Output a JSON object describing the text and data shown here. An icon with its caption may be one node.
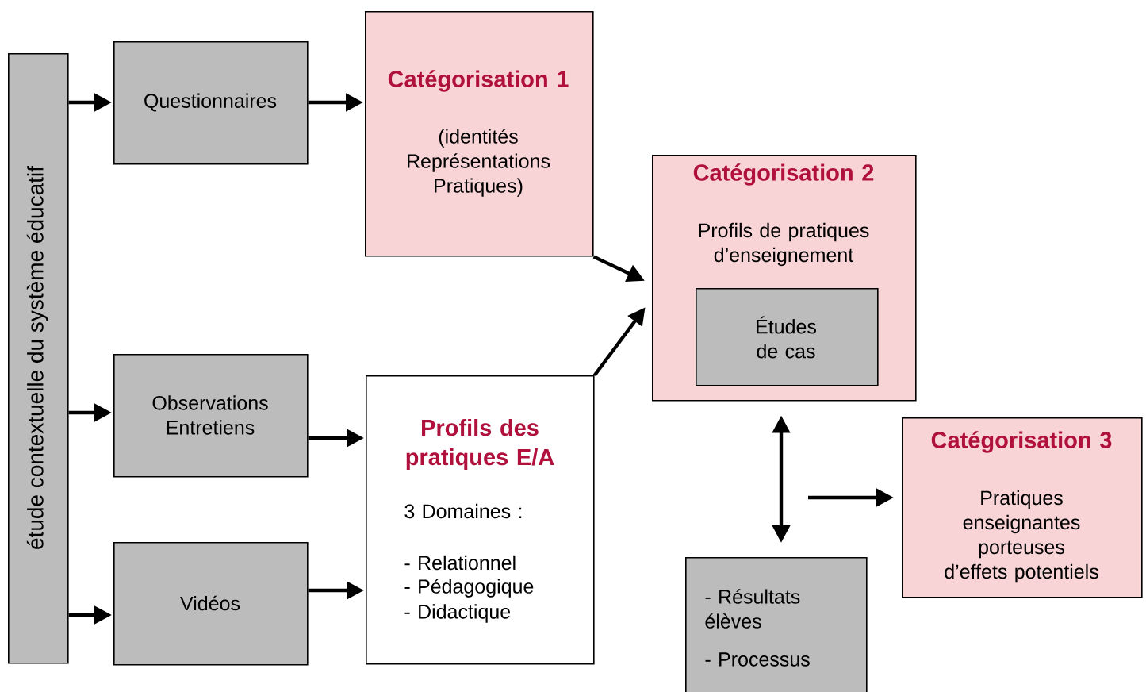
{
  "diagram": {
    "nodes": [
      {
        "text": [
          "étude contextuelle du système éducatif"
        ]
      },
      {
        "text": [
          "Questionnaires"
        ]
      },
      {
        "text": [
          "Observations Entretiens"
        ]
      },
      {
        "text": [
          "Vidéos"
        ]
      },
      {
        "text": [
          "Catégorisation 1",
          "(identités Représentations Pratiques)"
        ]
      },
      {
        "text": [
          "Profils des pratiques E/A",
          "3 Domaines :",
          "- Relationnel",
          "- Pédagogique",
          "- Didactique"
        ]
      },
      {
        "text": [
          "Catégorisation 2",
          "Profils de pratiques d’enseignement"
        ]
      },
      {
        "text": [
          "Études de cas"
        ],
        "in": 6
      },
      {
        "text": [
          "- Résultats élèves",
          "- Processus"
        ]
      },
      {
        "text": [
          "Catégorisation 3",
          "Pratiques enseignantes porteuses d’effets potentiels"
        ]
      }
    ],
    "edges": [
      {
        "from": 0,
        "to": 1,
        "arrow": "to"
      },
      {
        "from": 0,
        "to": 2,
        "arrow": "to"
      },
      {
        "from": 0,
        "to": 3,
        "arrow": "to"
      },
      {
        "from": 1,
        "to": 4,
        "arrow": "to"
      },
      {
        "from": 2,
        "to": 5,
        "arrow": "to"
      },
      {
        "from": 3,
        "to": 5,
        "arrow": "to"
      },
      {
        "from": 4,
        "to": 6,
        "arrow": "to"
      },
      {
        "from": 5,
        "to": 6,
        "arrow": "to"
      },
      {
        "from": 6,
        "to": 8,
        "arrow": "both"
      },
      {
        "from": null,
        "to": 9,
        "arrow": "to"
      }
    ]
  }
}
